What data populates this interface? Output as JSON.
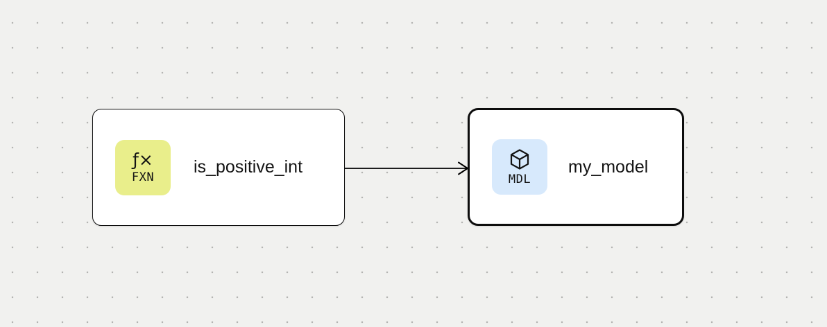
{
  "theme": {
    "bg": "#f1f1ef",
    "dot": "#b4b4b2",
    "node_bg": "#ffffff",
    "node_border": "#0d0d0d",
    "edge": "#000000"
  },
  "nodes": [
    {
      "label": "is_positive_int",
      "type": "function",
      "badge": {
        "glyph": "ƒ×",
        "text": "FXN",
        "color": "#e9ee8b"
      }
    },
    {
      "label": "my_model",
      "type": "model",
      "badge": {
        "icon": "cube-icon",
        "text": "MDL",
        "color": "#d7e9fc"
      }
    }
  ],
  "edge": {
    "from": "is_positive_int",
    "to": "my_model"
  }
}
